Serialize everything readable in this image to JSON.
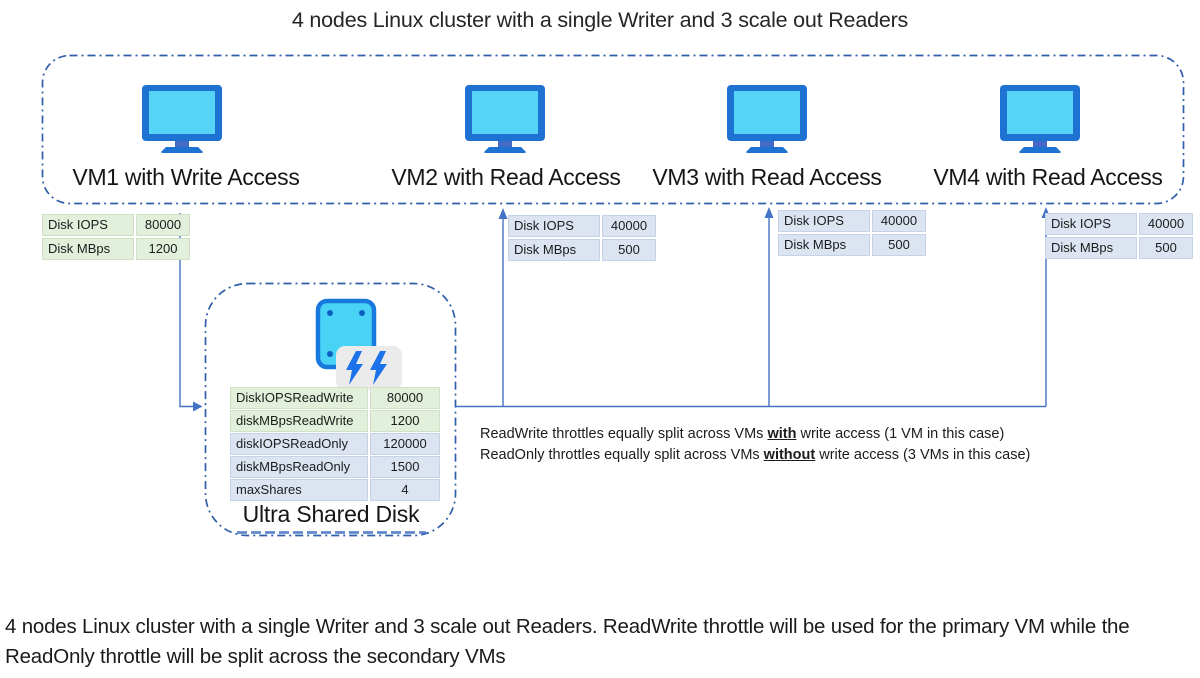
{
  "title": "4 nodes Linux cluster with a single Writer and 3 scale out Readers",
  "vms": [
    {
      "label": "VM1 with Write Access",
      "access": "write",
      "metrics": [
        {
          "label": "Disk IOPS",
          "value": "80000"
        },
        {
          "label": "Disk MBps",
          "value": "1200"
        }
      ]
    },
    {
      "label": "VM2 with Read Access",
      "access": "read",
      "metrics": [
        {
          "label": "Disk IOPS",
          "value": "40000"
        },
        {
          "label": "Disk MBps",
          "value": "500"
        }
      ]
    },
    {
      "label": "VM3 with Read Access",
      "access": "read",
      "metrics": [
        {
          "label": "Disk IOPS",
          "value": "40000"
        },
        {
          "label": "Disk MBps",
          "value": "500"
        }
      ]
    },
    {
      "label": "VM4 with Read Access",
      "access": "read",
      "metrics": [
        {
          "label": "Disk IOPS",
          "value": "40000"
        },
        {
          "label": "Disk MBps",
          "value": "500"
        }
      ]
    }
  ],
  "disk": {
    "label": "Ultra Shared Disk",
    "properties": [
      {
        "key": "DiskIOPSReadWrite",
        "value": "80000",
        "variant": "green"
      },
      {
        "key": "diskMBpsReadWrite",
        "value": "1200",
        "variant": "green"
      },
      {
        "key": "diskIOPSReadOnly",
        "value": "120000",
        "variant": "blue"
      },
      {
        "key": "diskMBpsReadOnly",
        "value": "1500",
        "variant": "blue"
      },
      {
        "key": "maxShares",
        "value": "4",
        "variant": "blue"
      }
    ]
  },
  "annotation": {
    "lines": [
      {
        "pre": "ReadWrite throttles equally split across VMs ",
        "emphasis": "with",
        "post": " write access (1 VM in this case)"
      },
      {
        "pre": "ReadOnly throttles equally split across VMs ",
        "emphasis": "without",
        "post": " write access (3 VMs in this case)"
      }
    ]
  },
  "footer_text": "4 nodes Linux cluster with a single Writer and 3 scale out Readers. ReadWrite throttle will be used for the primary VM while the ReadOnly throttle will be split across the secondary VMs",
  "icons": [
    "monitor-icon",
    "shared-disk-icon",
    "lightning-bolt-icon"
  ],
  "colors": {
    "line_blue": "#4472C4",
    "border_blue": "#2E5FA8",
    "green_fill": "#E2EFDA",
    "blue_fill": "#DCE4F2",
    "monitor_frame": "#1E73D2",
    "monitor_screen": "#55D4F7",
    "monitor_neck": "#4569C8",
    "disk_fill": "#48D2F6",
    "disk_stroke": "#1879DD",
    "disk_dot": "#0F5FBE",
    "bolt_blue": "#1C72E8",
    "bolt_plate": "#EBEBEB"
  }
}
